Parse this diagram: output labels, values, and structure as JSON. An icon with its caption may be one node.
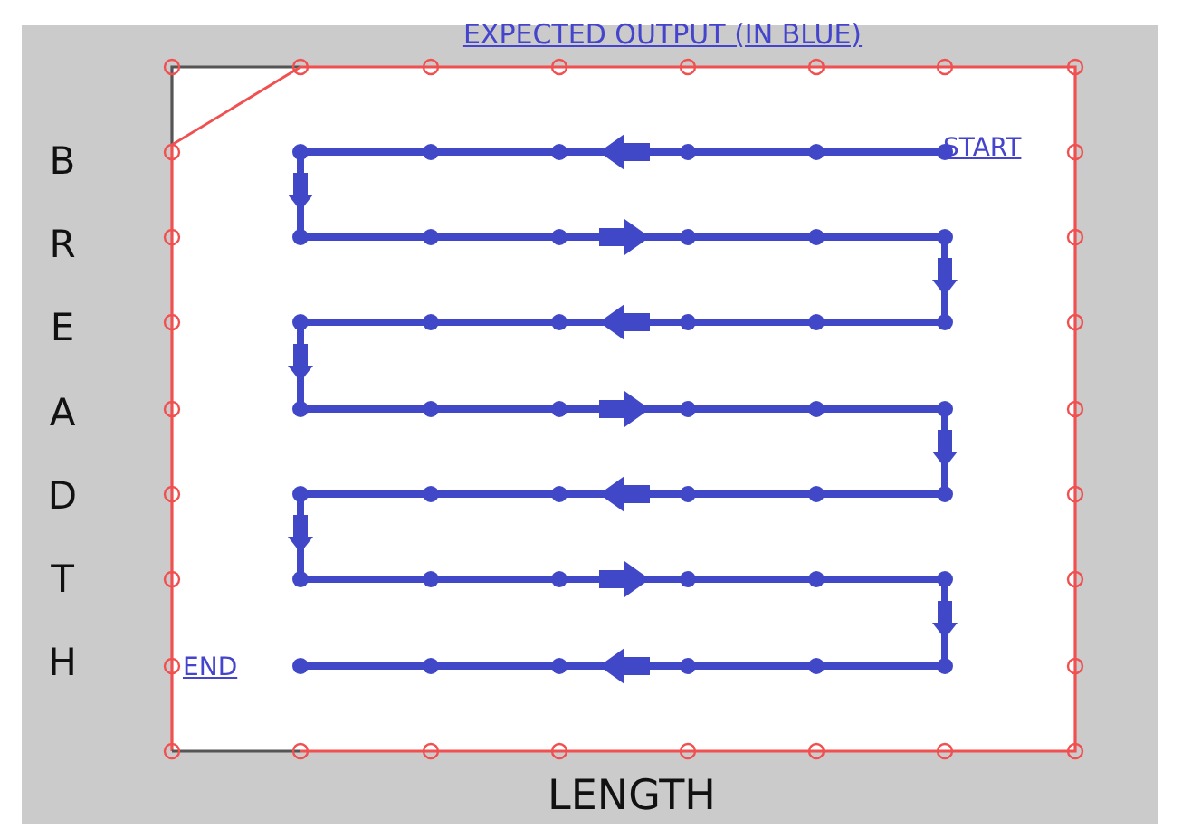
{
  "diagram": {
    "labels": [
      "EXPECTED OUTPUT (IN BLUE)",
      "BREADTH",
      "START",
      "END",
      "LENGTH"
    ]
  }
}
